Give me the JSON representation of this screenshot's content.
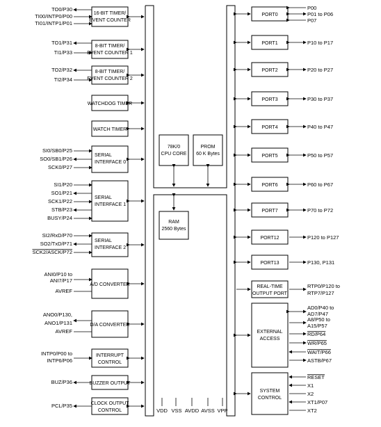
{
  "left_blocks": {
    "timer16": [
      "16-BIT TIMER/",
      "EVENT COUNTER"
    ],
    "timer8_1": [
      "8-BIT TIMER/",
      "EVENT COUNTER 1"
    ],
    "timer8_2": [
      "8-BIT TIMER/",
      "EVENT COUNTER 2"
    ],
    "watchdog": "WATCHDOG TIMER",
    "watch": "WATCH TIMER",
    "serial0": [
      "SERIAL",
      "INTERFACE 0"
    ],
    "serial1": [
      "SERIAL",
      "INTERFACE 1"
    ],
    "serial2": [
      "SERIAL",
      "INTERFACE 2"
    ],
    "adc": "A/D CONVERTER",
    "dac": "D/A CONVERTER",
    "interrupt": [
      "INTERRUPT",
      "CONTROL"
    ],
    "buzzer": "BUZZER OUTPUT",
    "clockout": [
      "CLOCK OUTPUT",
      "CONTROL"
    ]
  },
  "left_signals": {
    "timer16": [
      "TO0/P30",
      "TI00/INTP0/P00",
      "TI01/INTP1/P01"
    ],
    "timer8_1": [
      "TO1/P31",
      "TI1/P33"
    ],
    "timer8_2": [
      "TO2/P32",
      "TI2/P34"
    ],
    "serial0": [
      "SI0/SB0/P25",
      "SO0/SB1/P26",
      "SCK0/P27"
    ],
    "serial1": [
      "SI1/P20",
      "SO1/P21",
      "SCK1/P22",
      "STB/P23",
      "BUSY/P24"
    ],
    "serial2": [
      "SI2/RxD/P70",
      "SO2/TxD/P71",
      "SCK2/ASCK/P72"
    ],
    "adc": [
      "ANI0/P10 to",
      "ANI7/P17",
      "AVREF"
    ],
    "dac": [
      "ANO0/P130,",
      "ANO1/P131",
      "AVREF"
    ],
    "interrupt": [
      "INTP0/P00 to",
      "INTP6/P06"
    ],
    "buzzer": "BUZ/P36",
    "clockout": "PCL/P35"
  },
  "center": {
    "cpu": [
      "78K/0",
      "CPU CORE"
    ],
    "prom": [
      "PROM",
      "60 K Bytes"
    ],
    "ram": [
      "RAM",
      "2560 Bytes"
    ]
  },
  "power_pins": [
    "VDD",
    "VSS",
    "AVDD",
    "AVSS",
    "VPP"
  ],
  "ports": [
    {
      "label": "PORT0",
      "pins": [
        "P00",
        "P01 to P06",
        "P07"
      ]
    },
    {
      "label": "PORT1",
      "pins": [
        "P10 to P17"
      ]
    },
    {
      "label": "PORT2",
      "pins": [
        "P20 to P27"
      ]
    },
    {
      "label": "PORT3",
      "pins": [
        "P30 to P37"
      ]
    },
    {
      "label": "PORT4",
      "pins": [
        "P40 to P47"
      ]
    },
    {
      "label": "PORT5",
      "pins": [
        "P50 to P57"
      ]
    },
    {
      "label": "PORT6",
      "pins": [
        "P60 to P67"
      ]
    },
    {
      "label": "PORT7",
      "pins": [
        "P70 to P72"
      ]
    },
    {
      "label": "PORT12",
      "pins": [
        "P120 to P127"
      ]
    },
    {
      "label": "PORT13",
      "pins": [
        "P130, P131"
      ]
    }
  ],
  "rtp": {
    "label": [
      "REAL-TIME",
      "OUTPUT PORT"
    ],
    "pins": [
      "RTP0/P120 to",
      "RTP7/P127"
    ]
  },
  "external_access": {
    "label": [
      "EXTERNAL",
      "ACCESS"
    ],
    "pins": [
      "AD0/P40 to",
      "AD7/P47",
      "A8/P50 to",
      "A15/P57",
      "RD/P64",
      "WR/P65",
      "WAIT/P66",
      "ASTB/P67"
    ]
  },
  "system_control": {
    "label": [
      "SYSTEM",
      "CONTROL"
    ],
    "pins": [
      "RESET",
      "X1",
      "X2",
      "XT1/P07",
      "XT2"
    ]
  }
}
